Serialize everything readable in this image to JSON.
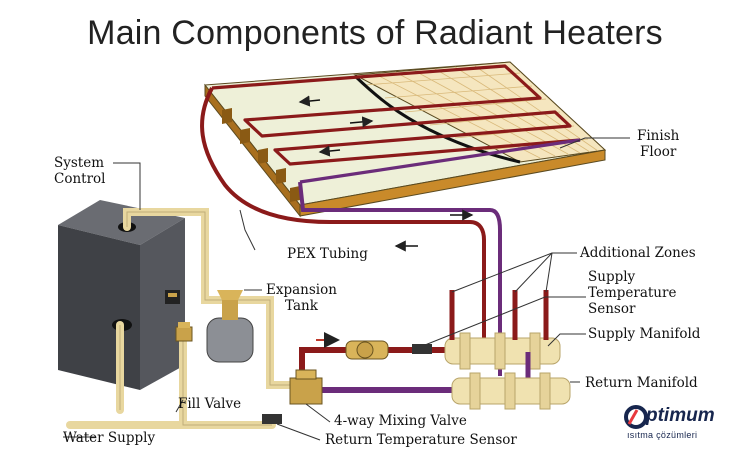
{
  "title": "Main Components of Radiant Heaters",
  "labels": {
    "system_control": "System\nControl",
    "pex_tubing": "PEX Tubing",
    "expansion_tank": "Expansion\nTank",
    "fill_valve": "Fill Valve",
    "water_supply": "Water Supply",
    "finish_floor": "Finish\nFloor",
    "additional_zones": "Additional Zones",
    "supply_temperature_sensor": "Supply\nTemperature\nSensor",
    "supply_manifold": "Supply Manifold",
    "return_manifold": "Return Manifold",
    "mixing_valve": "4-way Mixing Valve",
    "return_temperature_sensor": "Return Temperature Sensor"
  },
  "logo": {
    "word": "ptimum",
    "letter": "O",
    "sub": "ısıtma çözümleri"
  },
  "colors": {
    "hot_pipe": "#8b1a1a",
    "return_pipe": "#6b2c7a",
    "water_pipe": "#f0e2b0",
    "boiler": "#4a4c52",
    "floor_top": "#f3e7c2",
    "floor_side": "#c98a2a",
    "brass": "#c9a24a",
    "brand": "#17264e"
  }
}
